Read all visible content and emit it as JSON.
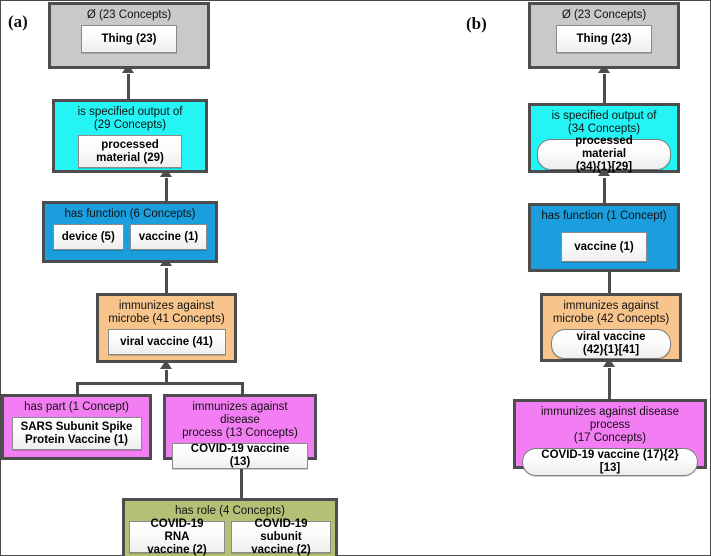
{
  "figure": {
    "panels": [
      {
        "key": "a",
        "label": "(a)"
      },
      {
        "key": "b",
        "label": "(b)"
      }
    ]
  },
  "colors": {
    "gray": "#c9c9c9",
    "cyan": "#25f4f4",
    "blue": "#1a9edd",
    "orange": "#f7c48c",
    "pink": "#f37ef3",
    "olive": "#b2c176",
    "outline": "#4d4d4d",
    "node_fill": "#f2f2f2"
  },
  "panel_a": {
    "boxes": [
      {
        "id": "a-root",
        "title": "Ø (23 Concepts)",
        "color_name": "gray",
        "nodes": [
          {
            "label": "Thing (23)",
            "shape": "rect"
          }
        ]
      },
      {
        "id": "a-specified-output",
        "title": "is specified output of\n(29 Concepts)",
        "color_name": "cyan",
        "nodes": [
          {
            "label": "processed\nmaterial (29)",
            "shape": "rect"
          }
        ]
      },
      {
        "id": "a-has-function",
        "title": "has function (6 Concepts)",
        "color_name": "blue",
        "nodes": [
          {
            "label": "device (5)",
            "shape": "rect"
          },
          {
            "label": "vaccine (1)",
            "shape": "rect"
          }
        ]
      },
      {
        "id": "a-immunizes-microbe",
        "title": "immunizes against\nmicrobe (41 Concepts)",
        "color_name": "orange",
        "nodes": [
          {
            "label": "viral vaccine (41)",
            "shape": "rect"
          }
        ]
      },
      {
        "id": "a-has-part",
        "title": "has part (1 Concept)",
        "color_name": "pink",
        "nodes": [
          {
            "label": "SARS Subunit Spike\nProtein Vaccine (1)",
            "shape": "rect"
          }
        ]
      },
      {
        "id": "a-immunizes-disease",
        "title": "immunizes against disease\nprocess (13 Concepts)",
        "color_name": "pink",
        "nodes": [
          {
            "label": "COVID-19 vaccine (13)",
            "shape": "rect"
          }
        ]
      },
      {
        "id": "a-has-role",
        "title": "has role (4 Concepts)",
        "color_name": "olive",
        "nodes": [
          {
            "label": "COVID-19 RNA\nvaccine (2)",
            "shape": "rect"
          },
          {
            "label": "COVID-19 subunit\nvaccine (2)",
            "shape": "rect"
          }
        ]
      }
    ],
    "edges": [
      {
        "from": "a-specified-output",
        "to": "a-root"
      },
      {
        "from": "a-has-function",
        "to": "a-specified-output"
      },
      {
        "from": "a-immunizes-microbe",
        "to": "a-has-function"
      },
      {
        "from": "a-has-part",
        "to": "a-immunizes-microbe"
      },
      {
        "from": "a-immunizes-disease",
        "to": "a-immunizes-microbe"
      },
      {
        "from": "a-has-role",
        "to": "a-immunizes-disease"
      }
    ]
  },
  "panel_b": {
    "boxes": [
      {
        "id": "b-root",
        "title": "Ø (23 Concepts)",
        "color_name": "gray",
        "nodes": [
          {
            "label": "Thing (23)",
            "shape": "rect"
          }
        ]
      },
      {
        "id": "b-specified-output",
        "title": "is specified output of\n(34 Concepts)",
        "color_name": "cyan",
        "nodes": [
          {
            "label": "processed material\n(34){1}[29]",
            "shape": "pill"
          }
        ]
      },
      {
        "id": "b-has-function",
        "title": "has function (1 Concept)",
        "color_name": "blue",
        "nodes": [
          {
            "label": "vaccine (1)",
            "shape": "rect"
          }
        ]
      },
      {
        "id": "b-immunizes-microbe",
        "title": "immunizes against\nmicrobe (42 Concepts)",
        "color_name": "orange",
        "nodes": [
          {
            "label": "viral vaccine\n(42){1}[41]",
            "shape": "pill"
          }
        ]
      },
      {
        "id": "b-immunizes-disease",
        "title": "immunizes against disease process\n(17 Concepts)",
        "color_name": "pink",
        "nodes": [
          {
            "label": "COVID-19 vaccine (17){2}[13]",
            "shape": "pill"
          }
        ]
      }
    ],
    "edges": [
      {
        "from": "b-specified-output",
        "to": "b-root"
      },
      {
        "from": "b-has-function",
        "to": "b-specified-output"
      },
      {
        "from": "b-immunizes-microbe",
        "to": "b-has-function"
      },
      {
        "from": "b-immunizes-disease",
        "to": "b-immunizes-microbe"
      }
    ]
  }
}
